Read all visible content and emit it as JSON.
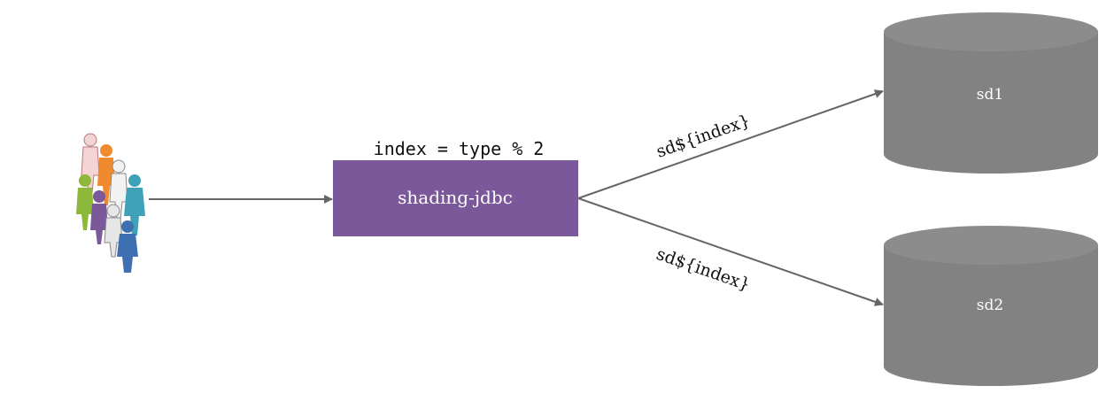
{
  "diagram": {
    "router": {
      "label": "shading-jdbc",
      "formula": "index = type % 2",
      "fill": "#7a5899"
    },
    "edges": {
      "to_sd1_label": "sd${index}",
      "to_sd2_label": "sd${index}",
      "line_color": "#666666"
    },
    "databases": [
      {
        "label": "sd1",
        "fill": "#828282"
      },
      {
        "label": "sd2",
        "fill": "#828282"
      }
    ],
    "users": {
      "icon": "users-group-icon",
      "colors": [
        "#f2c9c9",
        "#ef8a2f",
        "#8db83a",
        "#4aa5c2",
        "#7a5899",
        "#dcdcdc",
        "#3e6fb0"
      ]
    }
  }
}
